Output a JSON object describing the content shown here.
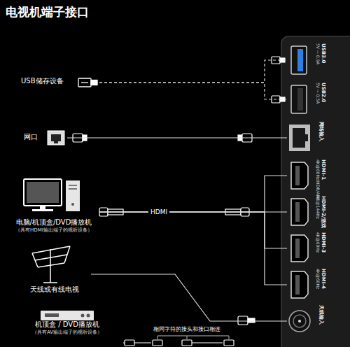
{
  "diagram": {
    "title": "电视机端子接口",
    "nodes": [
      {
        "text": [
          "USB储存设备"
        ]
      },
      {
        "text": [
          "USB3.0",
          "5V ⎓ 0.9A"
        ]
      },
      {
        "text": [
          "USB2.0",
          "5V ⎓ 0.5A"
        ]
      },
      {
        "text": [
          "网口"
        ]
      },
      {
        "text": [
          "网络输入"
        ]
      },
      {
        "text": [
          "电脑/机顶盒/DVD播放机",
          "（具有HDMI输出端子的视听设备）"
        ]
      },
      {
        "text": [
          "HDMI-1",
          "4K@60Hz/HDR/ARC"
        ]
      },
      {
        "text": [
          "HDMI-2/游戏",
          "4K@144Hz"
        ]
      },
      {
        "text": [
          "HDMI-3",
          "4K@60Hz"
        ]
      },
      {
        "text": [
          "HDMI-4",
          "4K@60Hz"
        ]
      },
      {
        "text": [
          "天线或有线电视"
        ]
      },
      {
        "text": [
          "天线输入"
        ]
      },
      {
        "text": [
          "机顶盒 / DVD播放机",
          "（具有AV输出端子的视听设备）"
        ]
      }
    ],
    "edges": [
      {
        "from": 0,
        "to": 1,
        "arrow": "none"
      },
      {
        "from": 0,
        "to": 2,
        "arrow": "none"
      },
      {
        "from": 3,
        "to": 4,
        "arrow": "none"
      },
      {
        "from": 5,
        "to": 6,
        "arrow": "none"
      },
      {
        "from": 5,
        "to": 7,
        "arrow": "none"
      },
      {
        "from": 5,
        "to": 8,
        "arrow": "none"
      },
      {
        "from": 5,
        "to": 9,
        "arrow": "none"
      },
      {
        "from": 10,
        "to": 11,
        "arrow": "none"
      }
    ],
    "labels": [
      "HDMI",
      "相同字符的接头和接口相连"
    ]
  }
}
